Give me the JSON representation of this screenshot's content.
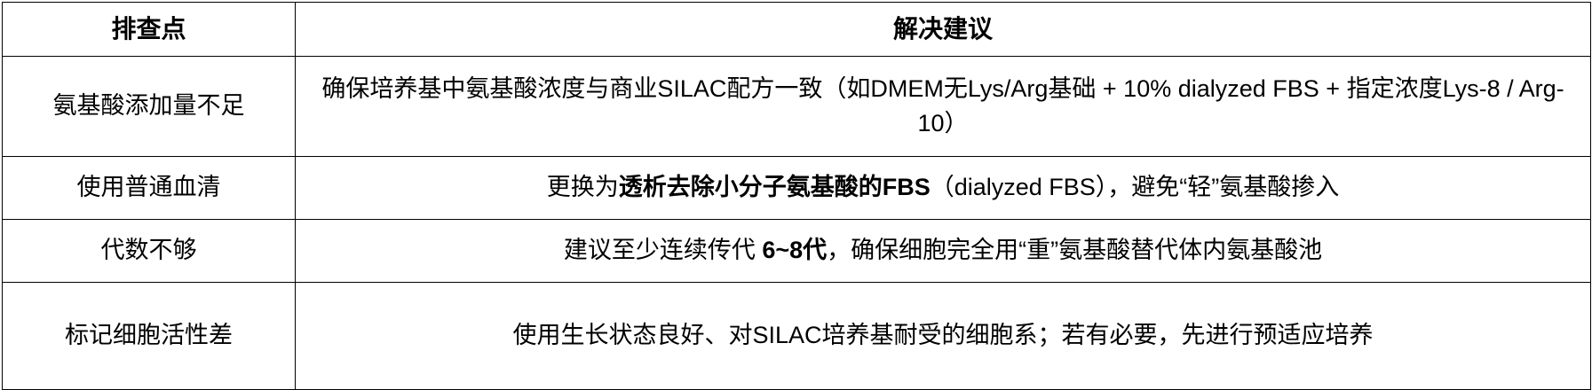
{
  "table": {
    "headers": [
      "排查点",
      "解决建议"
    ],
    "rows": [
      {
        "issue": "氨基酸添加量不足",
        "advice_plain": "确保培养基中氨基酸浓度与商业SILAC配方一致（如DMEM无Lys/Arg基础 + 10% dialyzed FBS + 指定浓度Lys-8 / Arg-10）",
        "advice_segments": [
          {
            "text": "确保培养基中氨基酸浓度与商业SILAC配方一致（如DMEM无Lys/Arg基础 + 10% dialyzed FBS + 指定浓度Lys-8 / Arg-10）",
            "bold": false
          }
        ]
      },
      {
        "issue": "使用普通血清",
        "advice_plain": "更换为透析去除小分子氨基酸的FBS（dialyzed FBS），避免“轻”氨基酸掺入",
        "advice_segments": [
          {
            "text": "更换为",
            "bold": false
          },
          {
            "text": "透析去除小分子氨基酸的FBS",
            "bold": true
          },
          {
            "text": "（dialyzed FBS），避免“轻”氨基酸掺入",
            "bold": false
          }
        ]
      },
      {
        "issue": "代数不够",
        "advice_plain": "建议至少连续传代 6~8代，确保细胞完全用“重”氨基酸替代体内氨基酸池",
        "advice_segments": [
          {
            "text": "建议至少连续传代 ",
            "bold": false
          },
          {
            "text": "6~8代",
            "bold": true
          },
          {
            "text": "，确保细胞完全用“重”氨基酸替代体内氨基酸池",
            "bold": false
          }
        ]
      },
      {
        "issue": "标记细胞活性差",
        "advice_plain": "使用生长状态良好、对SILAC培养基耐受的细胞系；若有必要，先进行预适应培养",
        "advice_segments": [
          {
            "text": "使用生长状态良好、对SILAC培养基耐受的细胞系；若有必要，先进行预适应培养",
            "bold": false
          }
        ]
      }
    ]
  },
  "style": {
    "border_color": "#000000",
    "text_color": "#000000",
    "background": "#ffffff"
  }
}
